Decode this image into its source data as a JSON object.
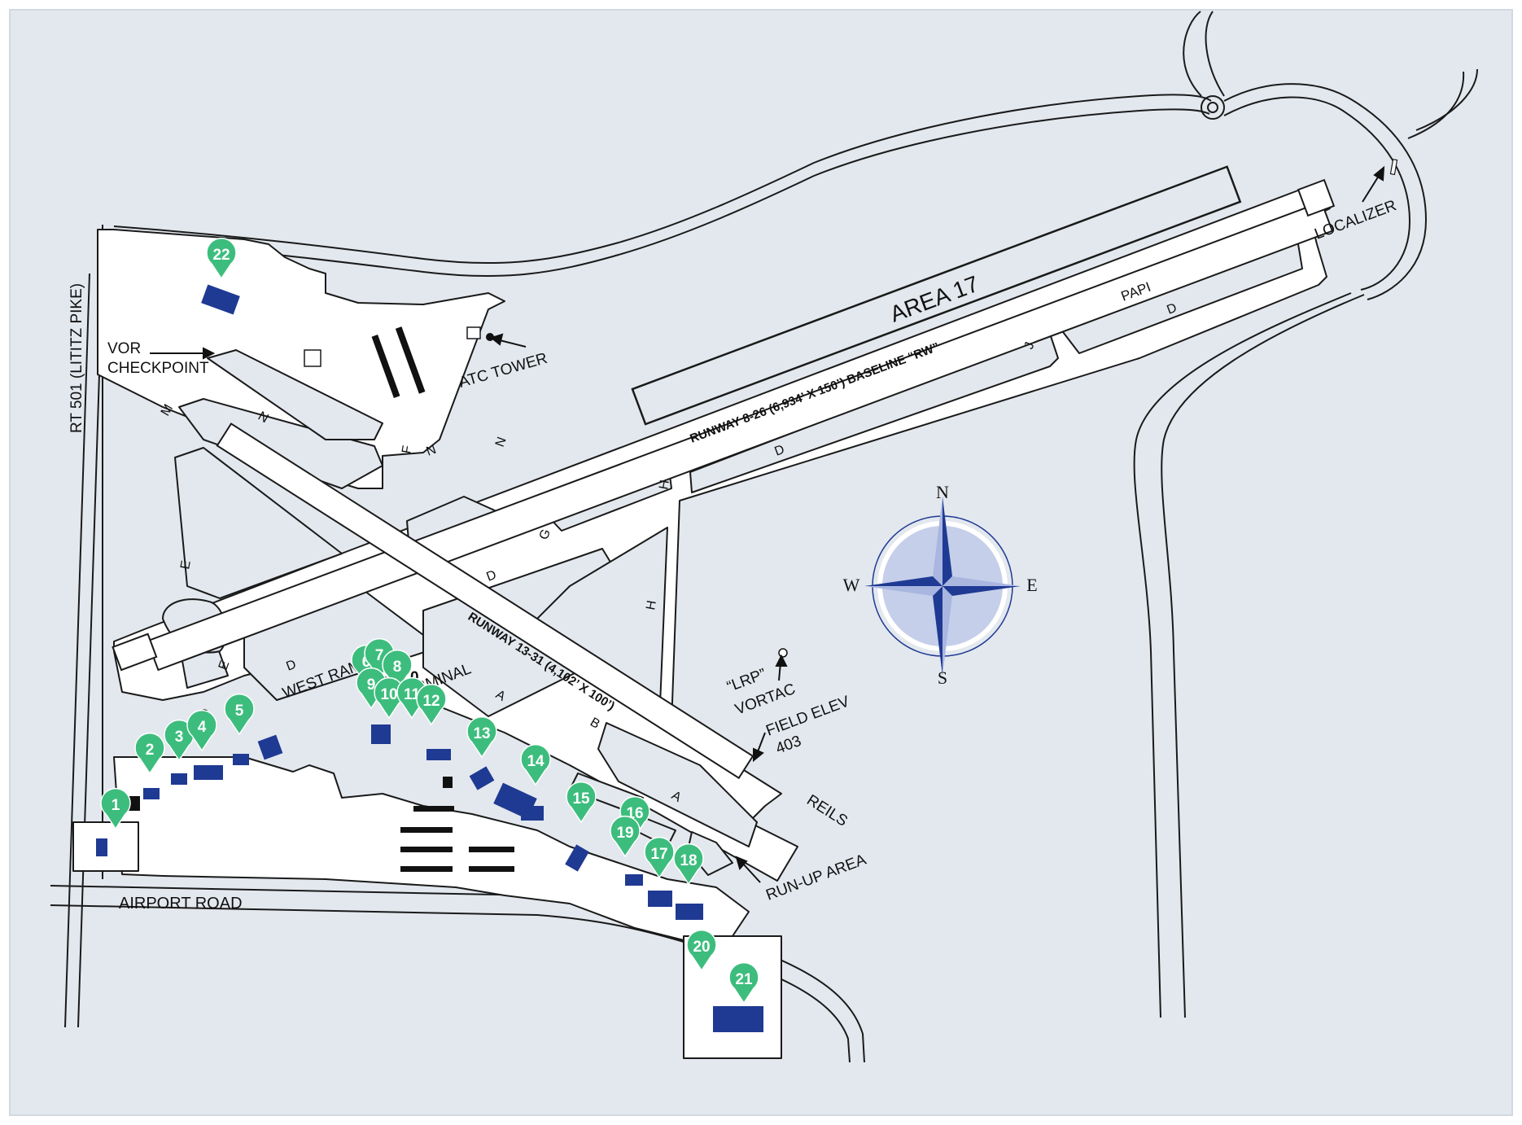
{
  "map": {
    "colors": {
      "land": "#e3e8ee",
      "pavement": "#ffffff",
      "outline": "#1a1a1a",
      "building": "#1f3a93",
      "marker": "#3dbd7d",
      "compass_dark": "#1f3a93",
      "compass_light": "#a9b6e0"
    },
    "labels": {
      "area": "AREA 17",
      "runway_8_26": "RUNWAY 8-26 (6,934’ X 150’) BASELINE “RW”",
      "runway_13_31": "RUNWAY 13-31 (4,102’ X 100’)",
      "papi": "PAPI",
      "localizer": "LOCALIZER",
      "atc_tower": "ATC TOWER",
      "vor_checkpoint_1": "VOR",
      "vor_checkpoint_2": "CHECKPOINT",
      "rt501": "RT 501 (LITITZ PIKE)",
      "west_ramp": "WEST RAMP",
      "terminal": "TERMINAL",
      "lrp_1": "“LRP”",
      "lrp_2": "VORTAC",
      "field_elev_1": "FIELD ELEV",
      "field_elev_2": "403",
      "reils": "REILS",
      "runup_area": "RUN-UP AREA",
      "airport_road": "AIRPORT ROAD",
      "twy_m": "M",
      "twy_n1": "N",
      "twy_n2": "N",
      "twy_n3": "N",
      "twy_f": "F",
      "twy_j": "J",
      "twy_d_papi": "D",
      "twy_d_north": "D",
      "twy_d_mid": "D",
      "twy_d_west": "D",
      "twy_d_sw": "D",
      "twy_h1": "H",
      "twy_h2": "H",
      "twy_g": "G",
      "twy_e1": "E",
      "twy_e2": "E",
      "twy_a1": "A",
      "twy_a2": "A",
      "twy_b": "B",
      "partial_0": "0"
    },
    "compass": {
      "n": "N",
      "s": "S",
      "e": "E",
      "w": "W"
    },
    "markers": [
      "1",
      "2",
      "3",
      "4",
      "5",
      "6",
      "7",
      "8",
      "9",
      "10",
      "11",
      "12",
      "13",
      "14",
      "15",
      "16",
      "17",
      "18",
      "19",
      "20",
      "21",
      "22"
    ]
  }
}
